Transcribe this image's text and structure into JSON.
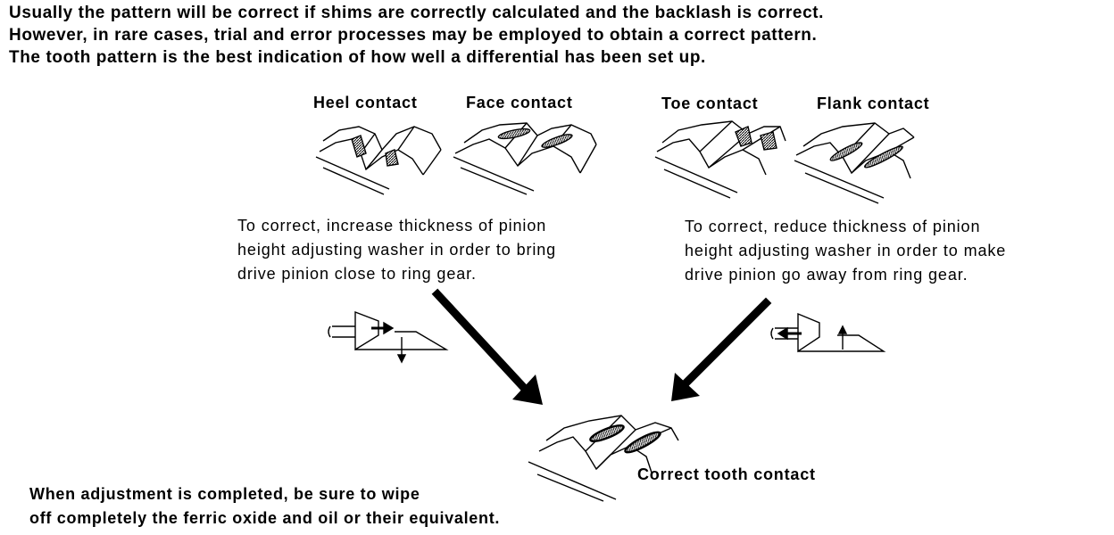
{
  "intro": [
    "Usually the pattern will be correct if shims are correctly calculated and the backlash is correct.",
    "However, in rare cases, trial and error processes may be employed to obtain a correct pattern.",
    "The tooth pattern is the best indication of how well a differential has been set up."
  ],
  "patterns": {
    "heel": "Heel contact",
    "face": "Face contact",
    "toe": "Toe contact",
    "flank": "Flank contact",
    "correct": "Correct tooth contact"
  },
  "left_instruction": [
    "To correct, increase thickness of pinion",
    "height adjusting washer in order to bring",
    "drive pinion close to ring gear."
  ],
  "right_instruction": [
    "To correct, reduce thickness of pinion",
    "height adjusting washer in order to make",
    "drive pinion go away from ring gear."
  ],
  "footer": [
    "When adjustment is completed, be sure to wipe",
    "off completely the ferric oxide and oil or their equivalent."
  ]
}
